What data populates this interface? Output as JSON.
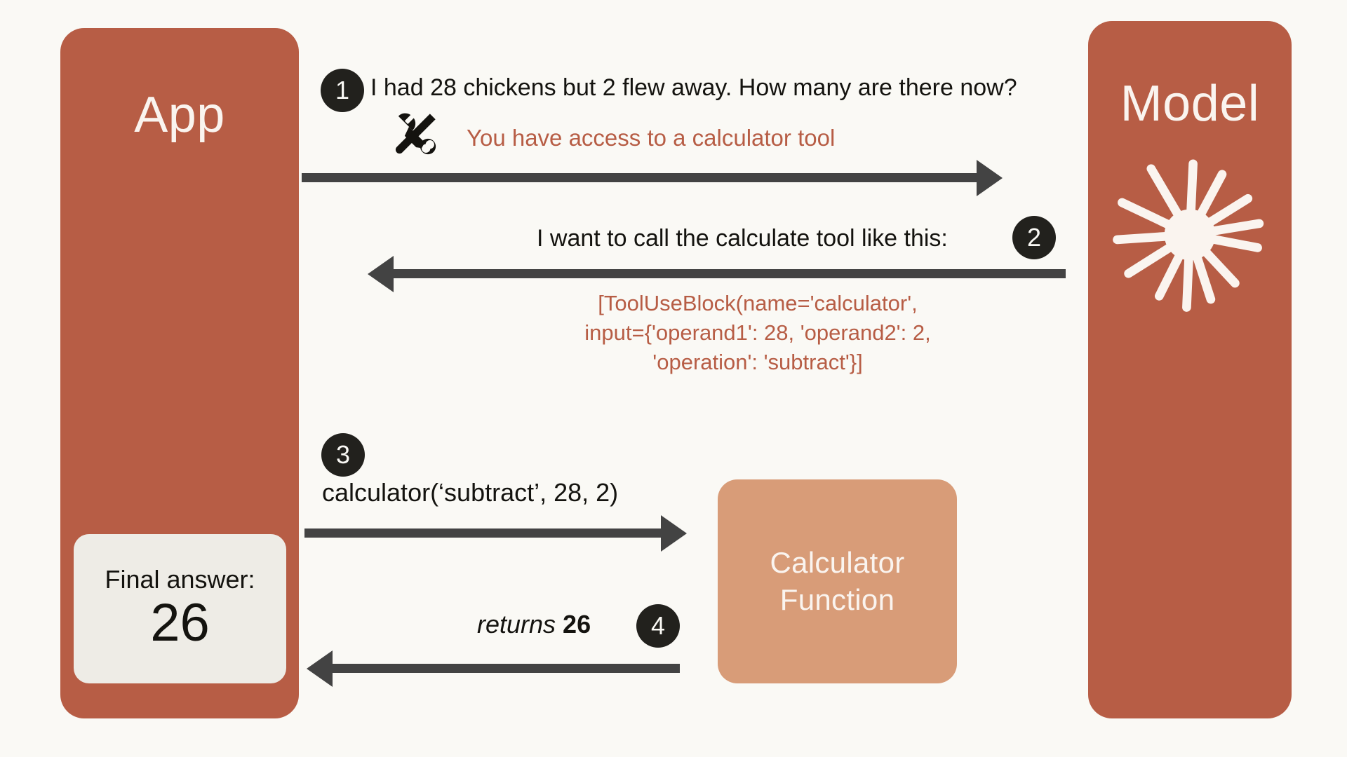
{
  "canvas": {
    "background_color": "#FAF9F5",
    "accent_color": "#B75D45",
    "secondary_color": "#D89C78",
    "arrow_color": "#434343",
    "badge_color": "#22211D",
    "card_color": "#EEECE6"
  },
  "app_panel": {
    "title": "App",
    "final_answer": {
      "label": "Final answer:",
      "value": "26"
    }
  },
  "model_panel": {
    "title": "Model",
    "logo": "starburst-icon"
  },
  "calculator": {
    "line1": "Calculator",
    "line2": "Function"
  },
  "steps": [
    {
      "number": "1"
    },
    {
      "number": "2"
    },
    {
      "number": "3"
    },
    {
      "number": "4"
    }
  ],
  "messages": {
    "step1_prompt": "I had 28 chickens but 2 flew away. How many are there now?",
    "step1_tool_note": "You have access to a calculator tool",
    "step1_tool_icon": "hammer-and-wrench-icon",
    "step2_intro": "I want to call the calculate tool like this:",
    "step2_code": [
      "[ToolUseBlock(name='calculator',",
      "input={'operand1': 28, 'operand2': 2,",
      "'operation': 'subtract'}]"
    ],
    "step3_call": "calculator(‘subtract’, 28, 2)",
    "step4_returns_word": "returns ",
    "step4_returns_value": "26"
  }
}
